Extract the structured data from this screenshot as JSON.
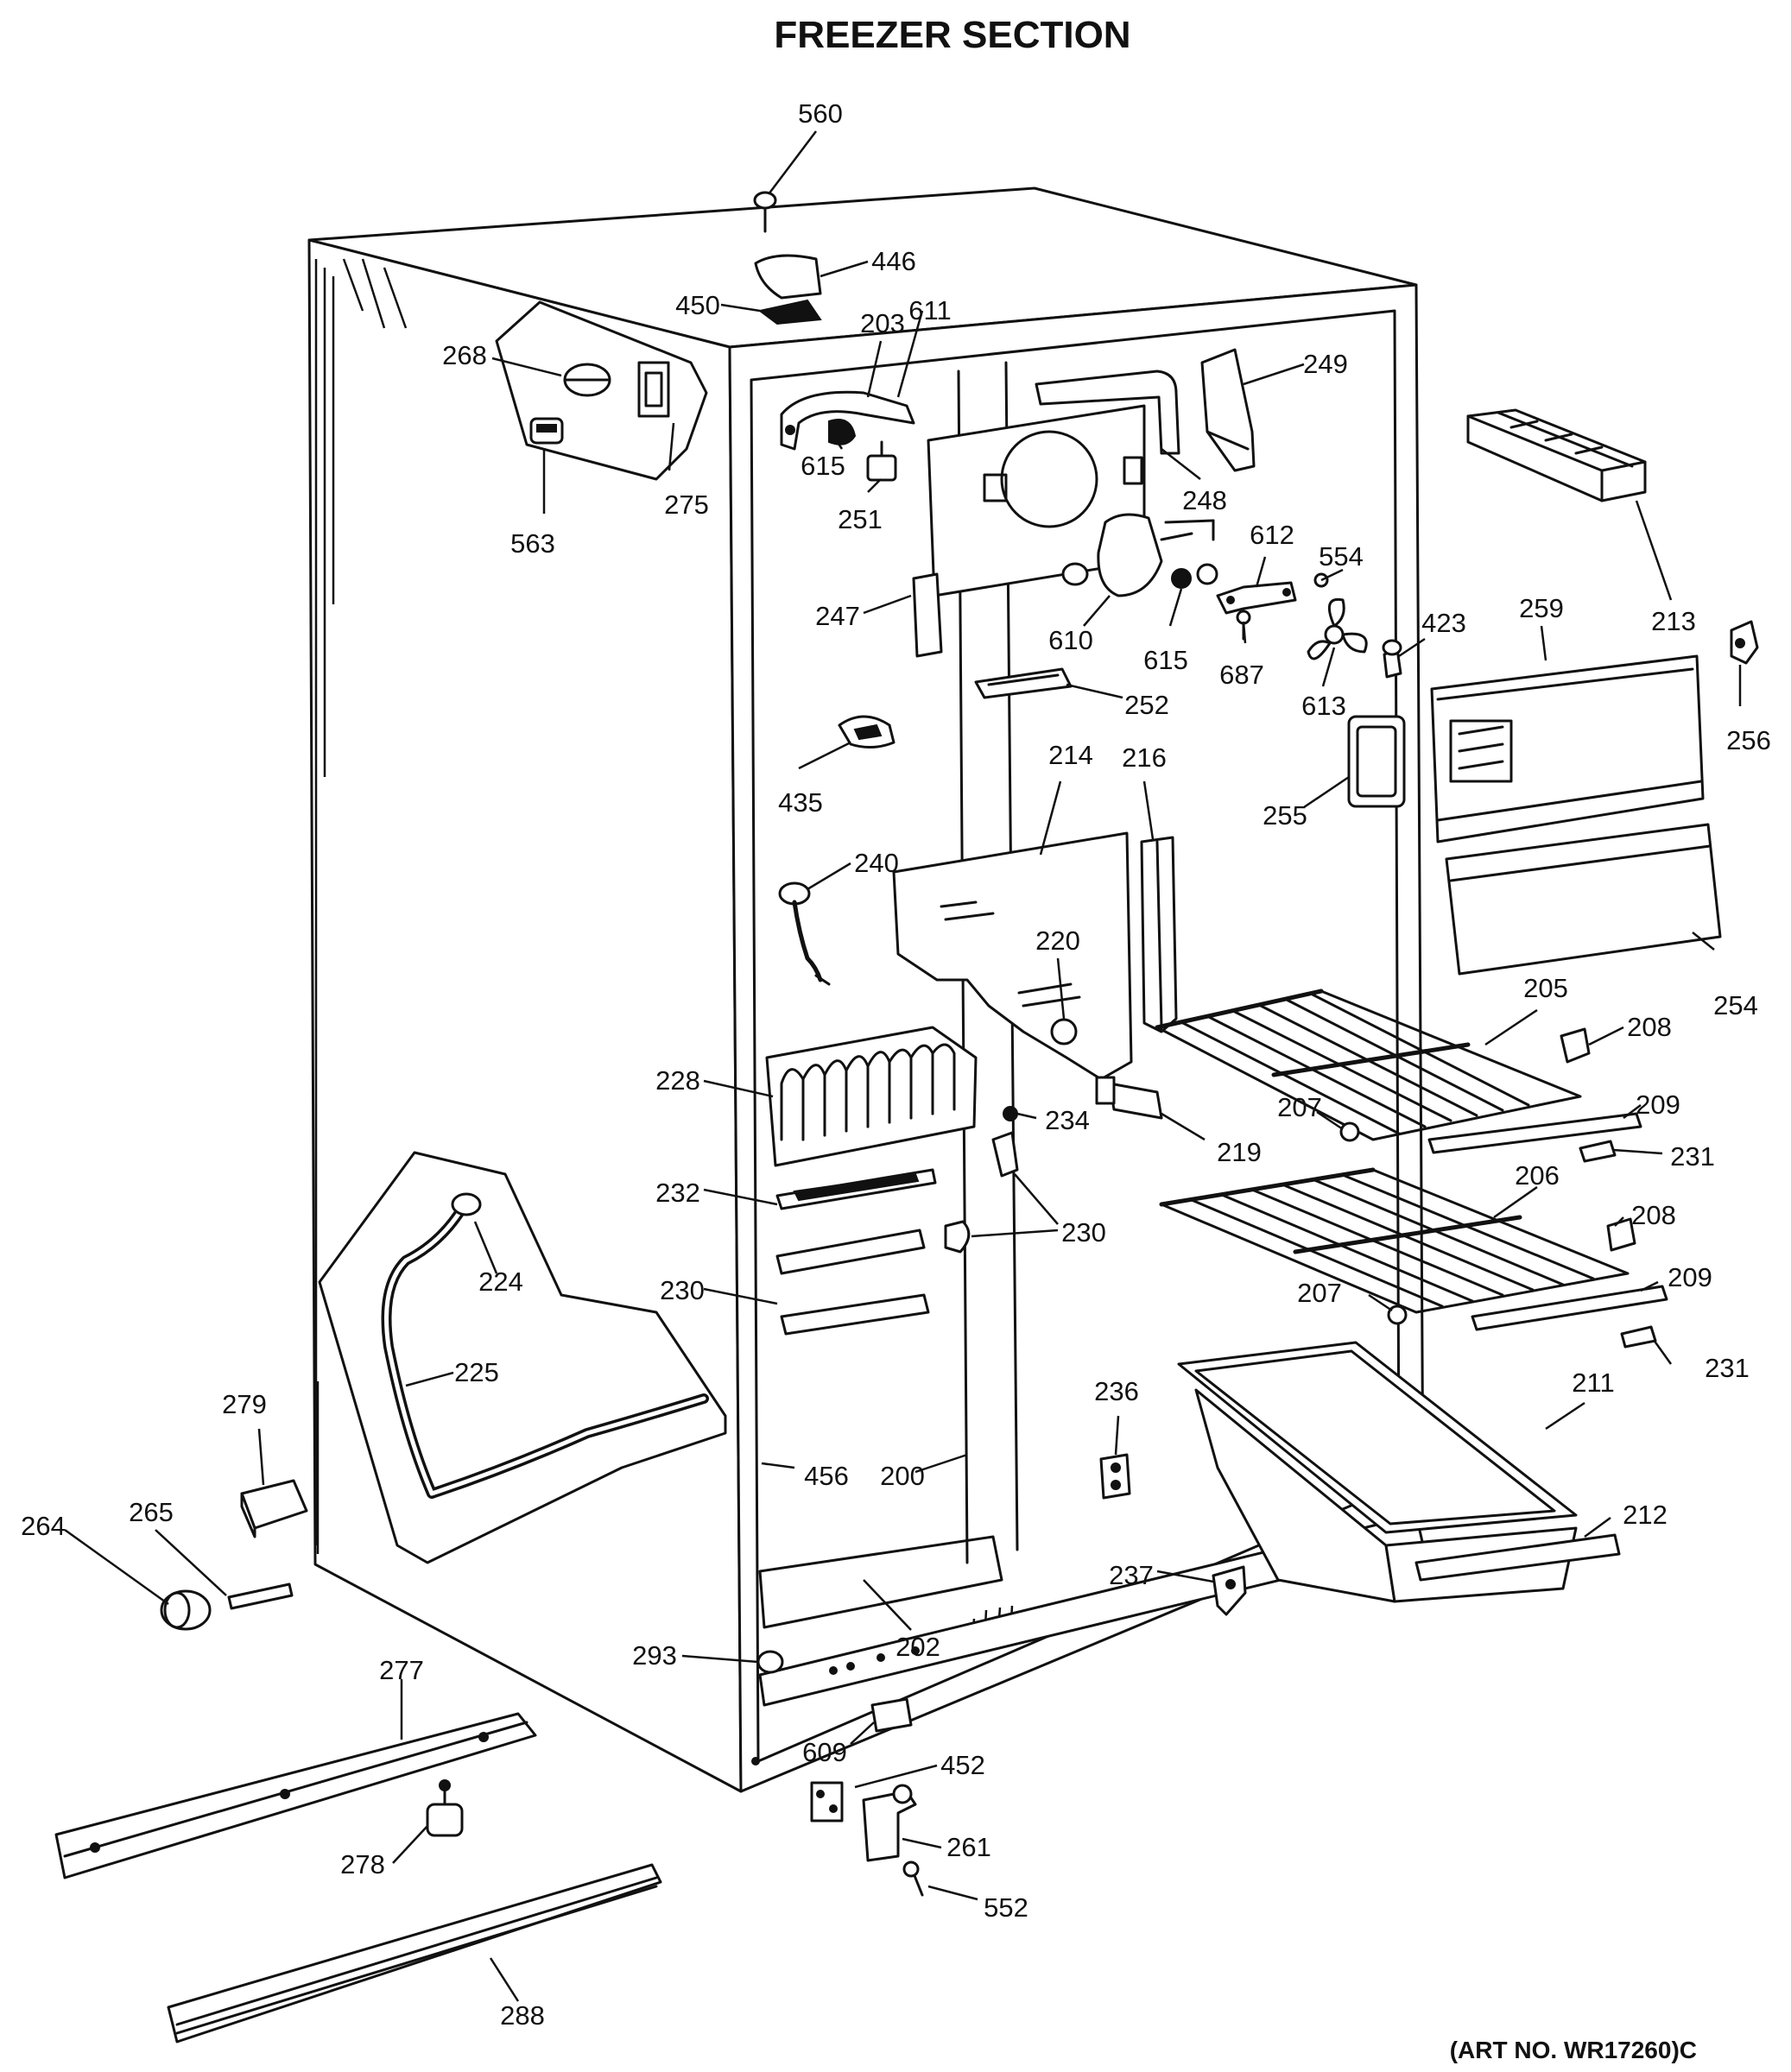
{
  "title": "FREEZER SECTION",
  "art_number": "(ART NO. WR17260)C",
  "callouts": {
    "p560": "560",
    "p446": "446",
    "p450": "450",
    "p203": "203",
    "p611": "611",
    "p268": "268",
    "p249": "249",
    "p615a": "615",
    "p251": "251",
    "p275": "275",
    "p563": "563",
    "p248": "248",
    "p612": "612",
    "p554": "554",
    "p247": "247",
    "p610": "610",
    "p615b": "615",
    "p687": "687",
    "p423": "423",
    "p259": "259",
    "p213": "213",
    "p613": "613",
    "p256": "256",
    "p252": "252",
    "p435": "435",
    "p214": "214",
    "p216": "216",
    "p255": "255",
    "p240": "240",
    "p220": "220",
    "p254": "254",
    "p205": "205",
    "p208a": "208",
    "p228": "228",
    "p234": "234",
    "p207a": "207",
    "p209a": "209",
    "p219": "219",
    "p231a": "231",
    "p232": "232",
    "p206": "206",
    "p208b": "208",
    "p230a": "230",
    "p224": "224",
    "p230b": "230",
    "p207b": "207",
    "p209b": "209",
    "p225": "225",
    "p231b": "231",
    "p279": "279",
    "p236": "236",
    "p211": "211",
    "p456": "456",
    "p200": "200",
    "p265": "265",
    "p264": "264",
    "p212": "212",
    "p237": "237",
    "p202": "202",
    "p293": "293",
    "p277": "277",
    "p609": "609",
    "p452": "452",
    "p278": "278",
    "p261": "261",
    "p552": "552",
    "p288": "288"
  }
}
